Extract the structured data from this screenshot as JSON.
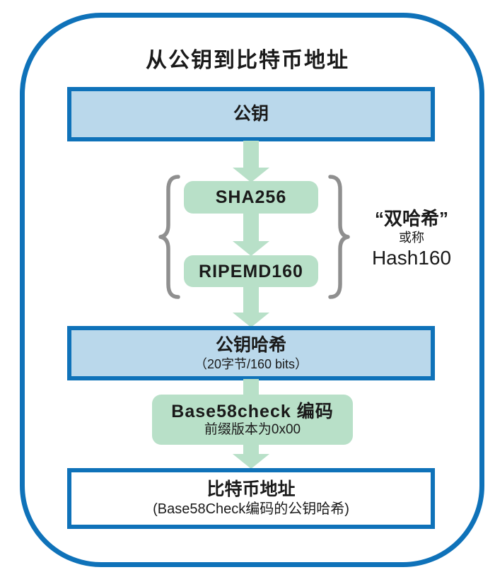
{
  "colors": {
    "outline_blue": "#0f72b9",
    "box_blue_fill": "#bad8eb",
    "mint_fill": "#b8e0c8",
    "brace_gray": "#8f8f8f",
    "text": "#1a1a1a"
  },
  "diagram": {
    "title": "从公钥到比特币地址",
    "nodes": {
      "public_key": {
        "label": "公钥"
      },
      "sha256": {
        "label": "SHA256"
      },
      "ripemd160": {
        "label": "RIPEMD160"
      },
      "public_key_hash": {
        "label": "公钥哈希",
        "sublabel": "（20字节/160 bits）"
      },
      "base58check": {
        "label": "Base58check 编码",
        "sublabel": "前缀版本为0x00"
      },
      "bitcoin_address": {
        "label": "比特币地址",
        "sublabel": "(Base58Check编码的公钥哈希)"
      }
    },
    "brace_annotation": {
      "line1": "“双哈希”",
      "line2": "或称",
      "line3": "Hash160"
    }
  }
}
